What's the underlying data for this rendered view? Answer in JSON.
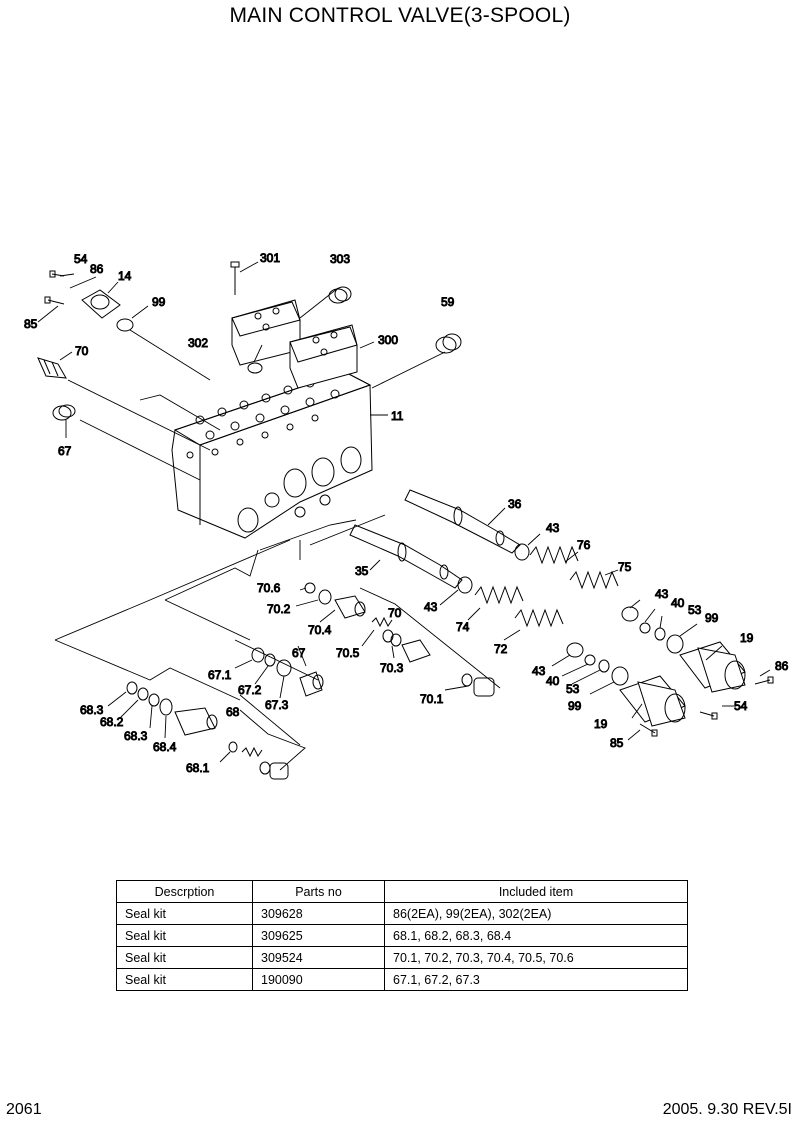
{
  "title": "MAIN CONTROL VALVE(3-SPOOL)",
  "callouts": {
    "c301": "301",
    "c303": "303",
    "c54a": "54",
    "c86a": "86",
    "c14": "14",
    "c99a": "99",
    "c85a": "85",
    "c59": "59",
    "c302": "302",
    "c300": "300",
    "c70": "70",
    "c11": "11",
    "c67": "67",
    "c36": "36",
    "c43a": "43",
    "c76": "76",
    "c35": "35",
    "c75": "75",
    "c70_6": "70.6",
    "c70_2": "70.2",
    "c70_4": "70.4",
    "c70b": "70",
    "c43b": "43",
    "c74": "74",
    "c43c": "43",
    "c40a": "40",
    "c53a": "53",
    "c99b": "99",
    "c19a": "19",
    "c70_5": "70.5",
    "c70_3": "70.3",
    "c72": "72",
    "c43d": "43",
    "c40b": "40",
    "c53b": "53",
    "c86b": "86",
    "c67_1": "67.1",
    "c67b": "67",
    "c67_2": "67.2",
    "c67_3": "67.3",
    "c70_1": "70.1",
    "c99c": "99",
    "c54b": "54",
    "c68_3a": "68.3",
    "c68_2": "68.2",
    "c68": "68",
    "c68_3b": "68.3",
    "c68_4": "68.4",
    "c19b": "19",
    "c85b": "85",
    "c68_1": "68.1"
  },
  "table": {
    "headers": [
      "Descrption",
      "Parts no",
      "Included item"
    ],
    "rows": [
      [
        "Seal kit",
        "309628",
        "86(2EA), 99(2EA), 302(2EA)"
      ],
      [
        "Seal kit",
        "309625",
        "68.1, 68.2, 68.3, 68.4"
      ],
      [
        "Seal kit",
        "309524",
        "70.1, 70.2, 70.3, 70.4, 70.5, 70.6"
      ],
      [
        "Seal kit",
        "190090",
        "67.1, 67.2, 67.3"
      ]
    ]
  },
  "footer": {
    "page_number": "2061",
    "date_rev": "2005. 9.30  REV.5I"
  }
}
